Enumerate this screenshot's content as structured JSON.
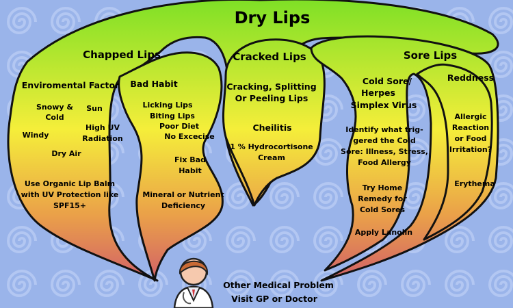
{
  "title": "Dry Lips",
  "branches": {
    "chapped": {
      "heading": "Chapped Lips",
      "environmental": {
        "heading": "Enviromental Factor",
        "items": [
          "Snowy &",
          "Cold",
          "Sun",
          "Windy",
          "High UV",
          "Radiation",
          "Dry Air"
        ],
        "advice": [
          "Use Organic Lip Balm",
          "with UV Protection like",
          "SPF15+"
        ]
      },
      "habit": {
        "heading": "Bad Habit",
        "items": [
          "Licking Lips",
          "Biting Lips",
          "Poor Diet",
          "No Excecise"
        ],
        "advice": [
          "Fix Bad",
          "Habit"
        ],
        "deficiency": [
          "Mineral or Nutrient",
          "Deficiency"
        ]
      }
    },
    "cracked": {
      "heading": "Cracked Lips",
      "symptoms": [
        "Cracking, Splitting",
        "Or Peeling Lips"
      ],
      "condition": "Cheilitis",
      "treatment": [
        "1 % Hydrocortisone",
        "Cream"
      ]
    },
    "sore": {
      "heading": "Sore Lips",
      "herpes": {
        "heading": [
          "Cold Sore/",
          "Herpes",
          "Simplex Virus"
        ],
        "identify": [
          "Identify what trig-",
          "gered the Cold",
          "Sore: Illness, Stress,",
          "Food Allergy"
        ],
        "remedy": [
          "Try Home",
          "Remedy for",
          "Cold Sores"
        ],
        "lanolin": "Apply Lanolin"
      },
      "redness": {
        "heading": "Reddness",
        "cause": [
          "Allergic",
          "Reaction",
          "or Food",
          "Irritation?"
        ],
        "condition": "Erythema"
      }
    }
  },
  "footer": [
    "Other Medical Problem",
    "Visit GP or Doctor"
  ],
  "icons": {
    "doctor": "doctor-icon",
    "background": "spiral-pattern"
  },
  "colors": {
    "top": "#7fe026",
    "mid": "#f5ee3a",
    "bottom": "#cf5a6b",
    "background": "#9ab4ea"
  }
}
